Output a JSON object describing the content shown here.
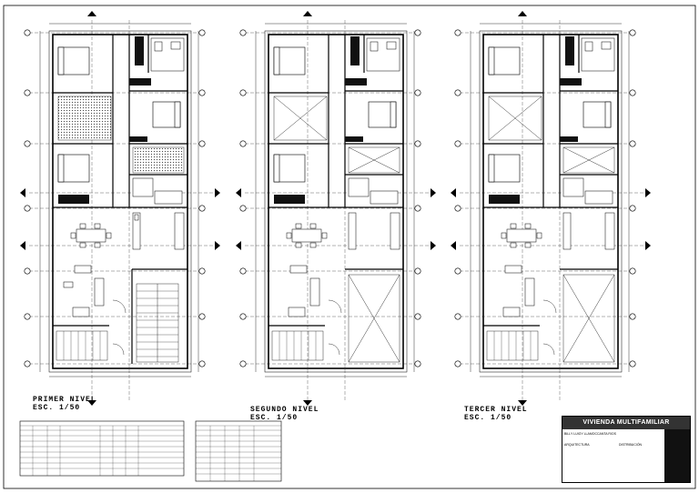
{
  "levels": [
    {
      "name": "PRIMER NIVEL",
      "scale": "ESC. 1/50"
    },
    {
      "name": "SEGUNDO NIVEL",
      "scale": "ESC. 1/50"
    },
    {
      "name": "TERCER NIVEL",
      "scale": "ESC. 1/50"
    }
  ],
  "title_block": {
    "project": "VIVIENDA MULTIFAMILIAR",
    "owner": "BILLY LUIGY LLAMOCCANTA RIOS",
    "discipline": "ARQUITECTURA",
    "sheet_title": "DISTRIBUCIÓN"
  }
}
